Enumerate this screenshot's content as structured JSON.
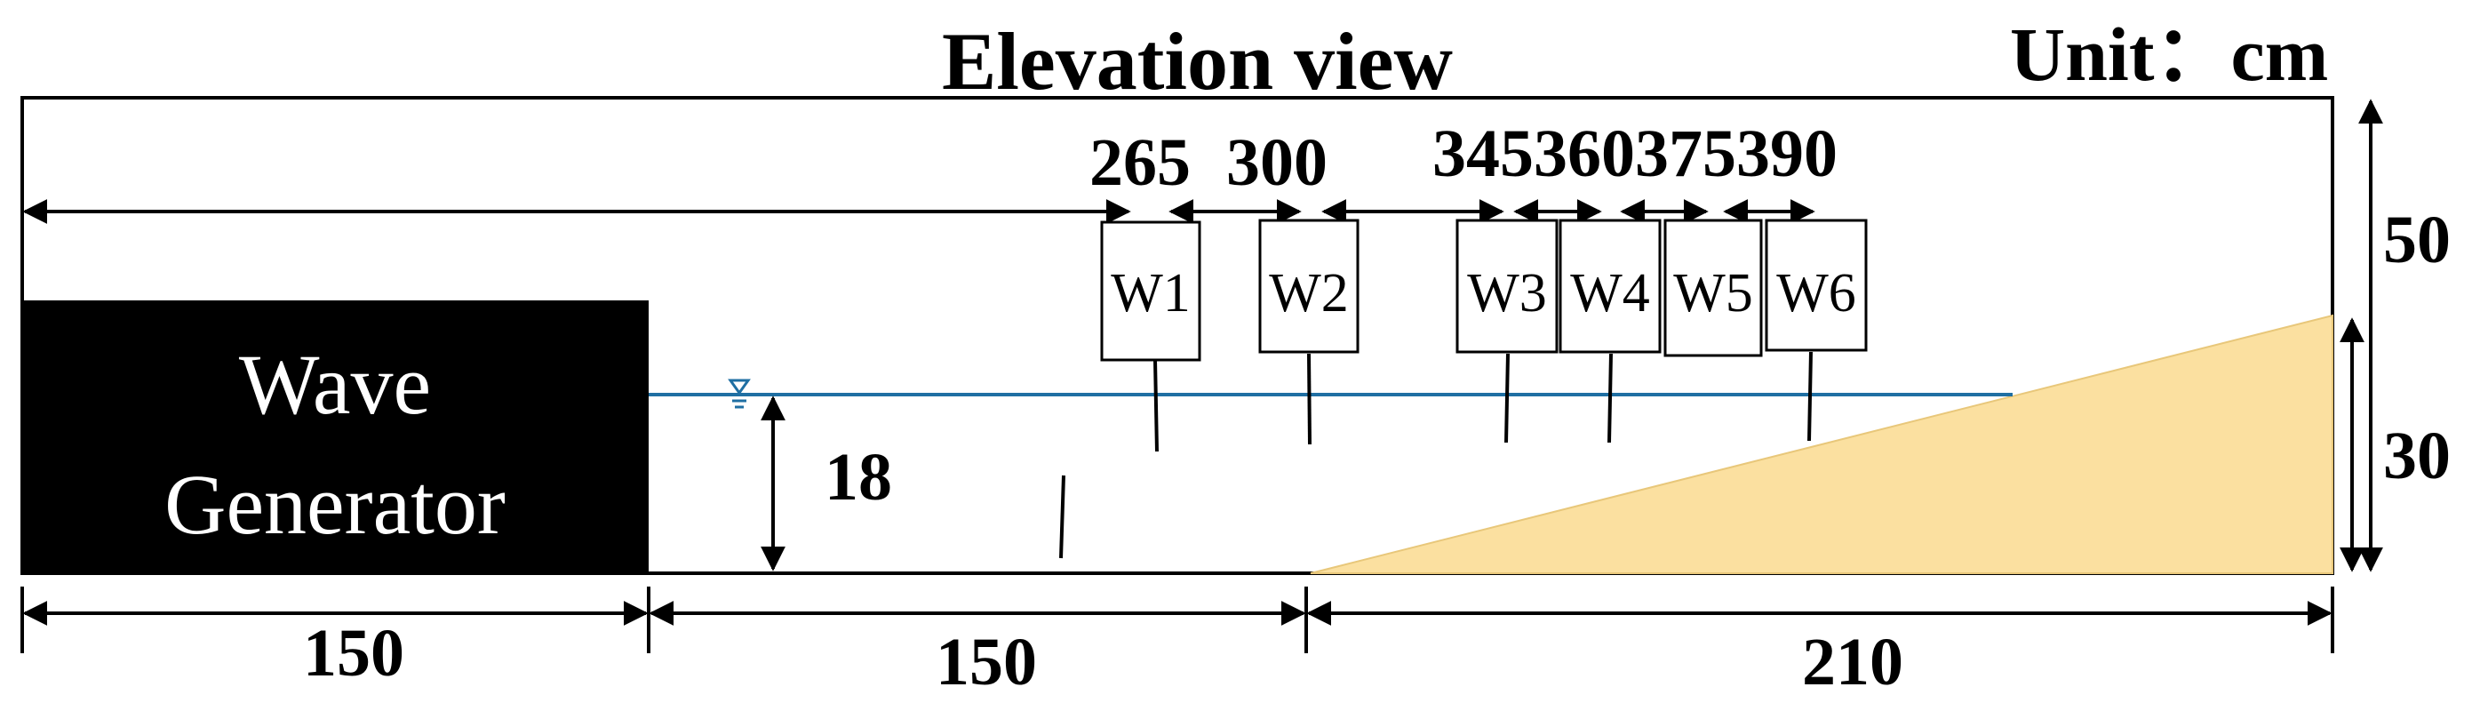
{
  "title": "Elevation view",
  "unit_label": "Unit：cm",
  "generator": {
    "line1": "Wave",
    "line2": "Generator"
  },
  "gauges": [
    "W1",
    "W2",
    "W3",
    "W4",
    "W5",
    "W6"
  ],
  "gauge_positions": [
    "265",
    "300",
    "345",
    "360",
    "375",
    "390"
  ],
  "dimensions": {
    "generator_length": "150",
    "flat_length": "150",
    "slope_length": "210",
    "water_depth": "18",
    "tank_height": "50",
    "slope_height": "30"
  },
  "colors": {
    "water_line": "#1f6fa3",
    "slope_fill": "#fbe0a0",
    "generator_fill": "#000000"
  }
}
